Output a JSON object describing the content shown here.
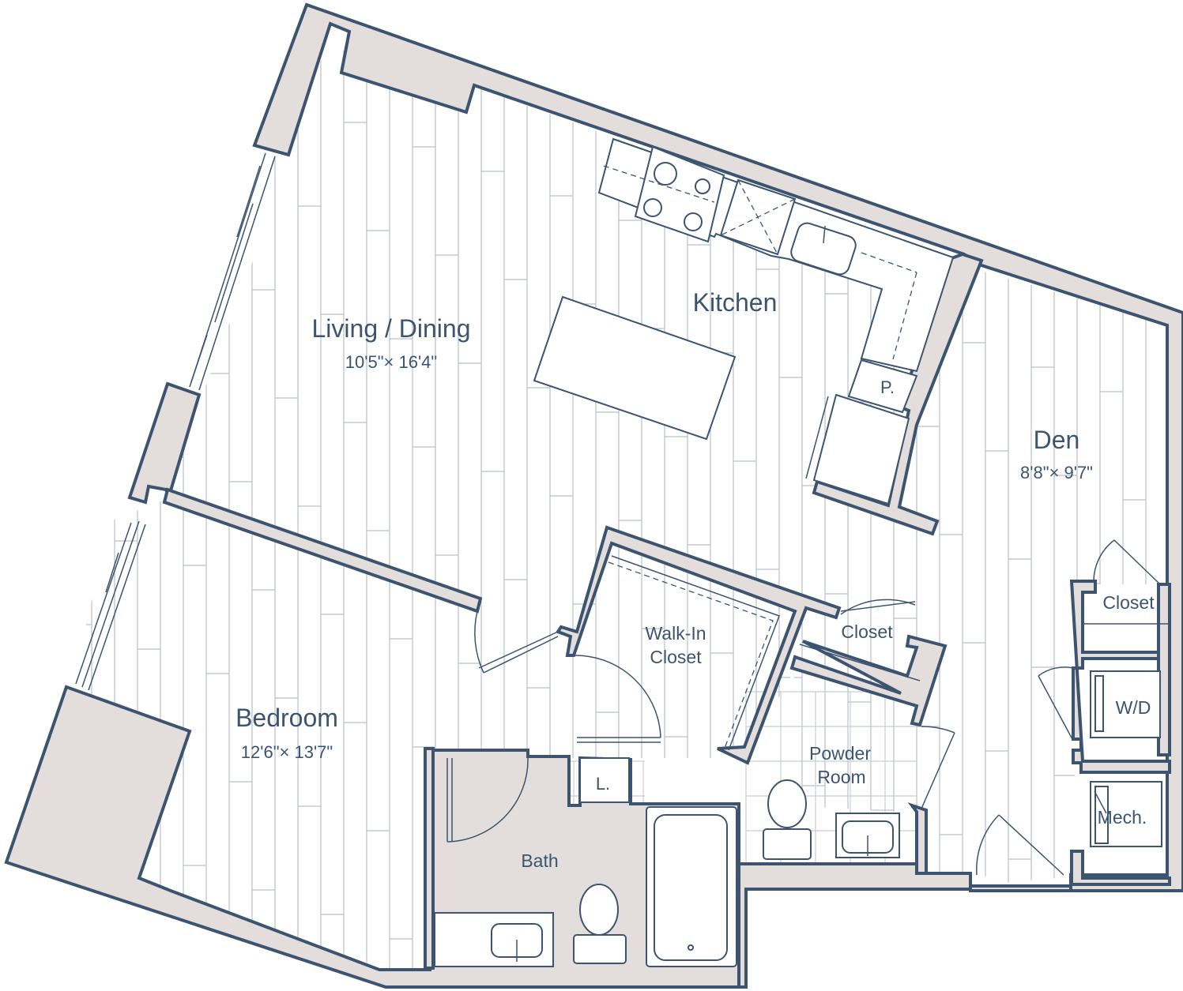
{
  "rooms": {
    "living": {
      "name": "Living / Dining",
      "dims": "10'5\"× 16'4\""
    },
    "kitchen": {
      "name": "Kitchen"
    },
    "pantry": {
      "name": "P."
    },
    "den": {
      "name": "Den",
      "dims": "8'8\"× 9'7\""
    },
    "bedroom": {
      "name": "Bedroom",
      "dims": "12'6\"× 13'7\""
    },
    "walkin": {
      "name_line1": "Walk-In",
      "name_line2": "Closet"
    },
    "hall_closet": {
      "name": "Closet"
    },
    "den_closet": {
      "name": "Closet"
    },
    "washer_dryer": {
      "name": "W/D"
    },
    "mech": {
      "name": "Mech."
    },
    "powder": {
      "name_line1": "Powder",
      "name_line2": "Room"
    },
    "bath": {
      "name": "Bath"
    },
    "linen": {
      "name": "L."
    }
  },
  "colors": {
    "wall_stroke": "#3d5470",
    "wall_fill": "#e3dedb",
    "floor_lines": "#b9c0c8",
    "background": "#ffffff"
  }
}
